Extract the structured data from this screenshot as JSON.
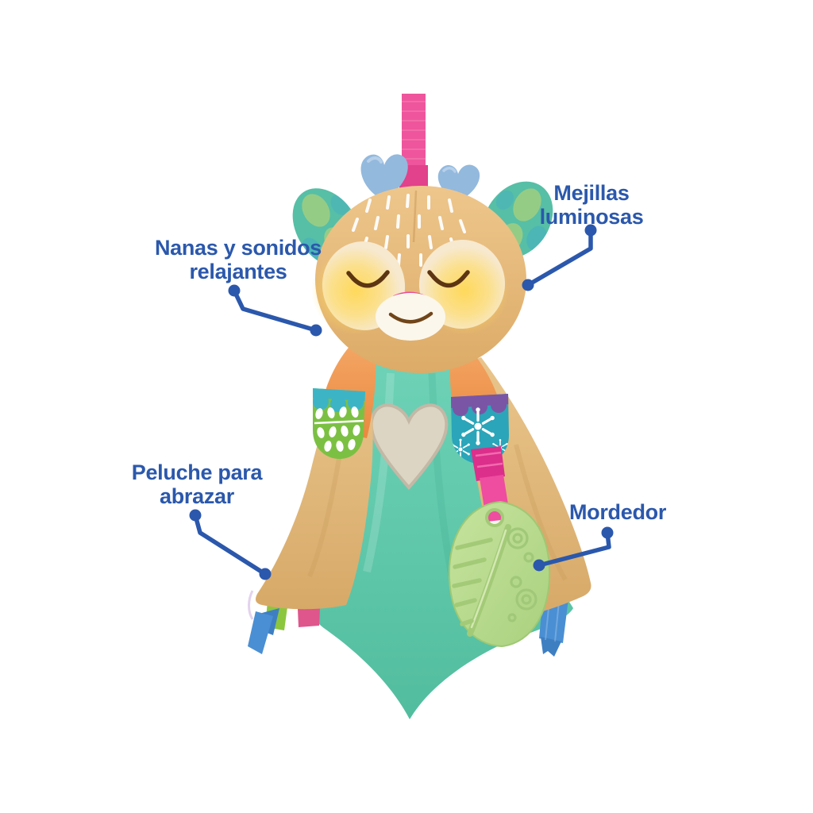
{
  "page": {
    "background": "#ffffff"
  },
  "callouts": {
    "color": "#2b58ac",
    "labels": [
      {
        "id": "mejillas",
        "text": "Mejillas\nluminosas"
      },
      {
        "id": "nanas",
        "text": "Nanas y sonidos\nrelajantes"
      },
      {
        "id": "peluche",
        "text": "Peluche para\nabrazar"
      },
      {
        "id": "mordedor",
        "text": "Mordedor"
      }
    ]
  },
  "toy": {
    "colors": {
      "fur_tan": "#e5ba7d",
      "fur_shadow": "#d8a865",
      "face_cream": "#f7e9cf",
      "cheek_glow": "#ffd855",
      "eye_brown": "#5d3512",
      "nose_pink": "#ea4d99",
      "muzzle_white": "#fcf7ec",
      "ear_teal": "#56bfa6",
      "ear_pattern_green": "#a5d07d",
      "antler_blue": "#93b9dd",
      "hanging_ribbon_pink": "#ef559c",
      "arm_orange": "#f19a55",
      "mitt_green": "#7cc043",
      "mitt_scallop_teal": "#3db4c6",
      "mitt_teal": "#2aa5b9",
      "mitt_trim_purple": "#7a55a5",
      "blanket_teal": "#5ec7ab",
      "blanket_wing_tan": "#e0b678",
      "heart_cream": "#ddd5c3",
      "teether_strap_pink": "#ee4da0",
      "teether_leaf_green": "#b9dc90",
      "leaf_detail_green": "#a3ca77",
      "tag_blue": "#4a8fd3",
      "tag_green": "#8cc63e",
      "tag_pink": "#de568c"
    }
  }
}
